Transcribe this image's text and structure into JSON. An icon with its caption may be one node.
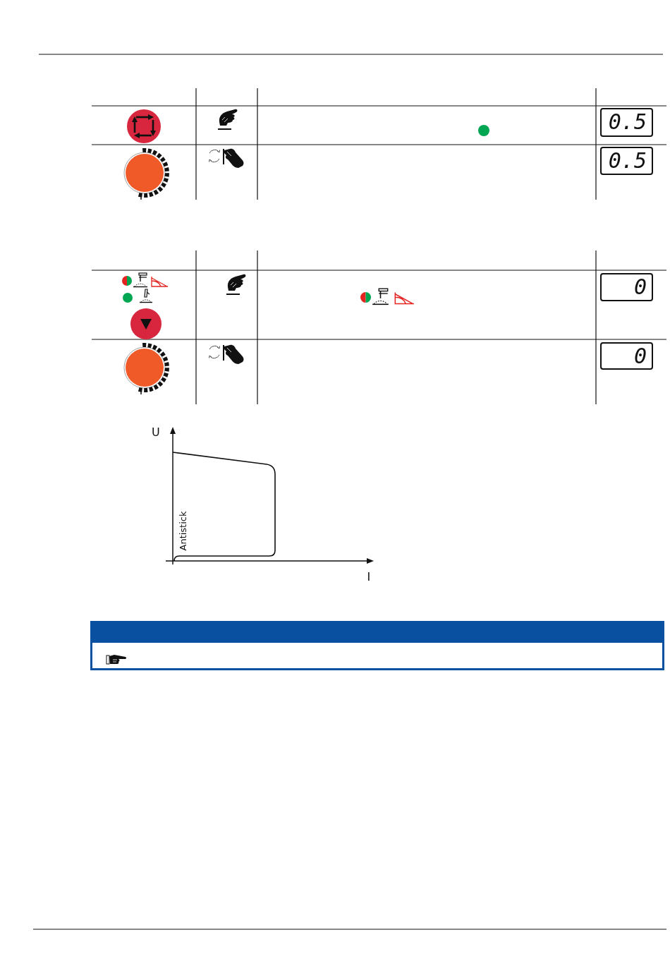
{
  "diagram": {
    "nodes": [
      {
        "text": [
          "0.5"
        ]
      },
      {
        "text": [
          "0.5"
        ]
      },
      {
        "text": [
          "0"
        ]
      },
      {
        "text": [
          "0"
        ]
      }
    ],
    "labels": [
      "U",
      "Antistick",
      "I"
    ]
  }
}
